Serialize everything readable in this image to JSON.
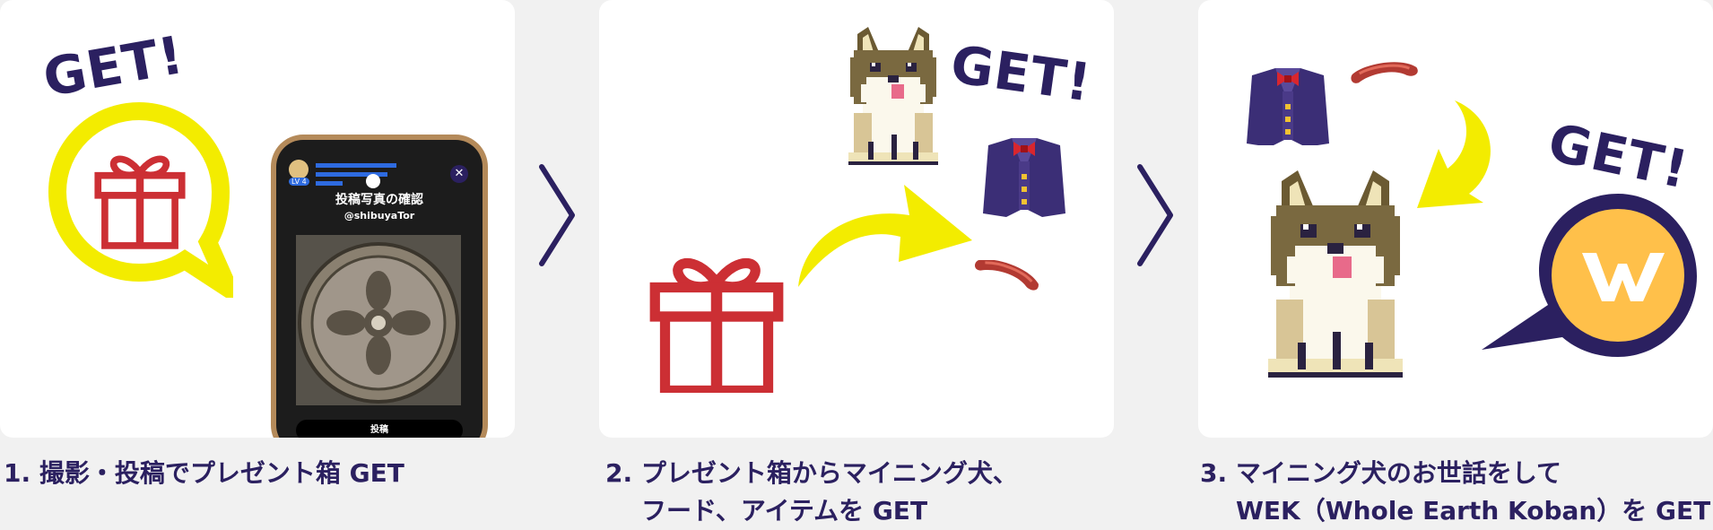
{
  "colors": {
    "accent_yellow": "#f3ec00",
    "navy": "#2b2060",
    "gift_red": "#cc2f34",
    "coin_orange": "#ffc04a",
    "background": "#f1f1f1"
  },
  "cards": [
    {
      "get_label": "GET!",
      "phone": {
        "level_badge": "LV 4",
        "screen_title": "投稿写真の確認",
        "screen_handle": "@shibuyaTor",
        "post_button": "投稿"
      }
    },
    {
      "get_label": "GET!"
    },
    {
      "get_label": "GET!"
    }
  ],
  "steps": [
    {
      "line1": "1. 撮影・投稿でプレゼント箱 GET"
    },
    {
      "line1": "2. プレゼント箱からマイニング犬、",
      "line2": "フード、アイテムを GET"
    },
    {
      "line1": "3. マイニング犬のお世話をして",
      "line2": "WEK（Whole Earth Koban）を GET"
    }
  ],
  "icons": [
    "gift-icon",
    "phone-mockup",
    "shiba-dog-icon",
    "jacket-icon",
    "sausage-icon",
    "curved-arrow-icon",
    "coin-w-icon",
    "chevron-right-icon"
  ]
}
